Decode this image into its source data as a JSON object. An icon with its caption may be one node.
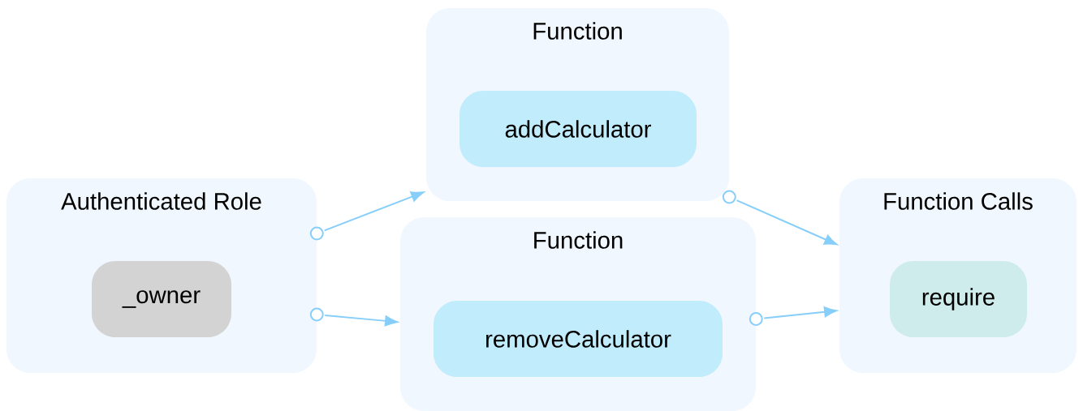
{
  "diagram": {
    "nodes": [
      {
        "text": [
          "Authenticated Role"
        ]
      },
      {
        "text": [
          "_owner"
        ],
        "in": 0
      },
      {
        "text": [
          "Function"
        ]
      },
      {
        "text": [
          "addCalculator"
        ],
        "in": 2
      },
      {
        "text": [
          "Function"
        ]
      },
      {
        "text": [
          "removeCalculator"
        ],
        "in": 4
      },
      {
        "text": [
          "Function Calls"
        ]
      },
      {
        "text": [
          "require"
        ],
        "in": 6
      }
    ],
    "edges": [
      {
        "from": 0,
        "to": 2,
        "arrow": "to"
      },
      {
        "from": 0,
        "to": 4,
        "arrow": "to"
      },
      {
        "from": 2,
        "to": 6,
        "arrow": "to"
      },
      {
        "from": 4,
        "to": 6,
        "arrow": "to"
      }
    ]
  }
}
